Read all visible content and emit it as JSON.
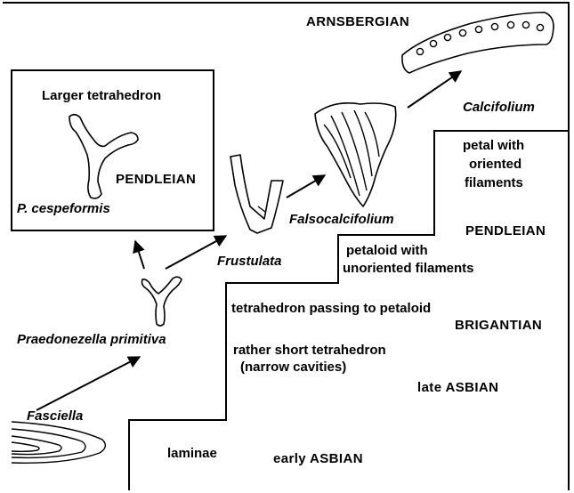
{
  "stages": {
    "arnsbergian": "ARNSBERGIAN",
    "pendleian_inset": "PENDLEIAN",
    "pendleian": "PENDLEIAN",
    "brigantian": "BRIGANTIAN",
    "late_asbian": "late ASBIAN",
    "early_asbian": "early ASBIAN"
  },
  "taxa": {
    "calcifolium": "Calcifolium",
    "falsocalcifolium": "Falsocalcifolium",
    "frustulata": "Frustulata",
    "praedonezella": "Praedonezella primitiva",
    "fasciella": "Fasciella",
    "p_cespeformis": "P. cespeformis"
  },
  "descriptions": {
    "larger_tetrahedron": "Larger tetrahedron",
    "petal_line1": "petal with",
    "petal_line2": "oriented",
    "petal_line3": "filaments",
    "petaloid_line1": "petaloid with",
    "petaloid_line2": "unoriented filaments",
    "tetra_passing": "tetrahedron passing to petaloid",
    "short_tetra_line1": "rather short tetrahedron",
    "short_tetra_line2": "(narrow cavities)",
    "laminae": "laminae"
  }
}
